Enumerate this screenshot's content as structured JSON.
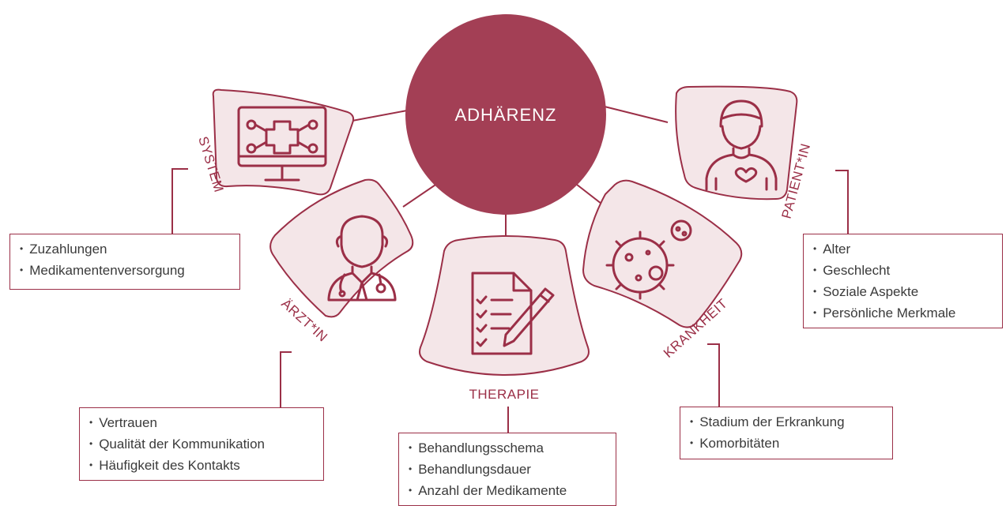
{
  "center": {
    "label": "ADHÄRENZ"
  },
  "segments": {
    "system": {
      "label": "SYSTEM",
      "items": [
        "Zuzahlungen",
        "Medikamentenversorgung"
      ]
    },
    "arzt": {
      "label": "ÄRZT*IN",
      "items": [
        "Vertrauen",
        "Qualität der Kommunikation",
        "Häufigkeit des Kontakts"
      ]
    },
    "therapie": {
      "label": "THERAPIE",
      "items": [
        "Behandlungsschema",
        "Behandlungsdauer",
        "Anzahl der Medikamente"
      ]
    },
    "krankheit": {
      "label": "KRANKHEIT",
      "items": [
        "Stadium der Erkrankung",
        "Komorbitäten"
      ]
    },
    "patient": {
      "label": "PATIENT*IN",
      "items": [
        "Alter",
        "Geschlecht",
        "Soziale Aspekte",
        "Persönliche Merkmale"
      ]
    }
  },
  "icons": {
    "system": "monitor-medical-cross-icon",
    "arzt": "doctor-stethoscope-icon",
    "therapie": "prescription-clipboard-pen-icon",
    "krankheit": "virus-cell-icon",
    "patient": "patient-person-heart-icon"
  },
  "colors": {
    "accent": "#9b2f47",
    "circle": "#a33f55",
    "tile_fill": "#f4e6e8"
  }
}
